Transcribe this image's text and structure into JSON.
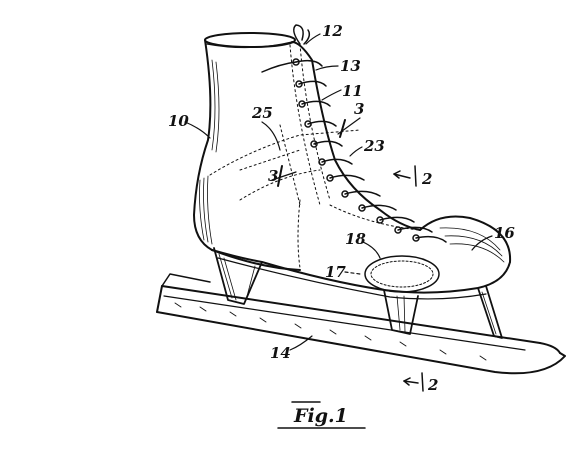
{
  "figure": {
    "label": "Fig.1"
  },
  "reference_numerals": {
    "r10": "10",
    "r11": "11",
    "r12": "12",
    "r13": "13",
    "r14": "14",
    "r16": "16",
    "r17": "17",
    "r18": "18",
    "r23": "23",
    "r25": "25",
    "s3_upper": "3",
    "s3_lower": "3",
    "s2_upper": "2",
    "s2_lower": "2"
  },
  "colors": {
    "ink": "#111111",
    "background": "#ffffff"
  }
}
